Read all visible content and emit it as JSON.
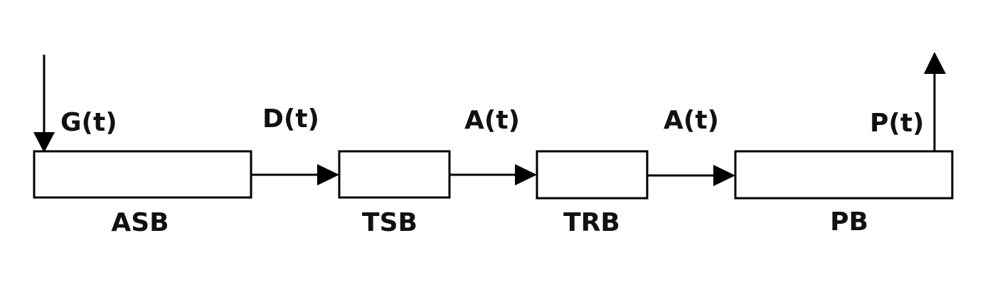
{
  "diagram": {
    "boxes": {
      "asb": "ASB",
      "tsb": "TSB",
      "trb": "TRB",
      "pb": "PB"
    },
    "flows": {
      "input": "G(t)",
      "asb_to_tsb": "D(t)",
      "tsb_to_trb": "A(t)",
      "trb_to_pb": "A(t)",
      "output": "P(t)"
    },
    "colors": {
      "stroke": "#000000",
      "text": "#111111",
      "background": "#ffffff"
    }
  }
}
